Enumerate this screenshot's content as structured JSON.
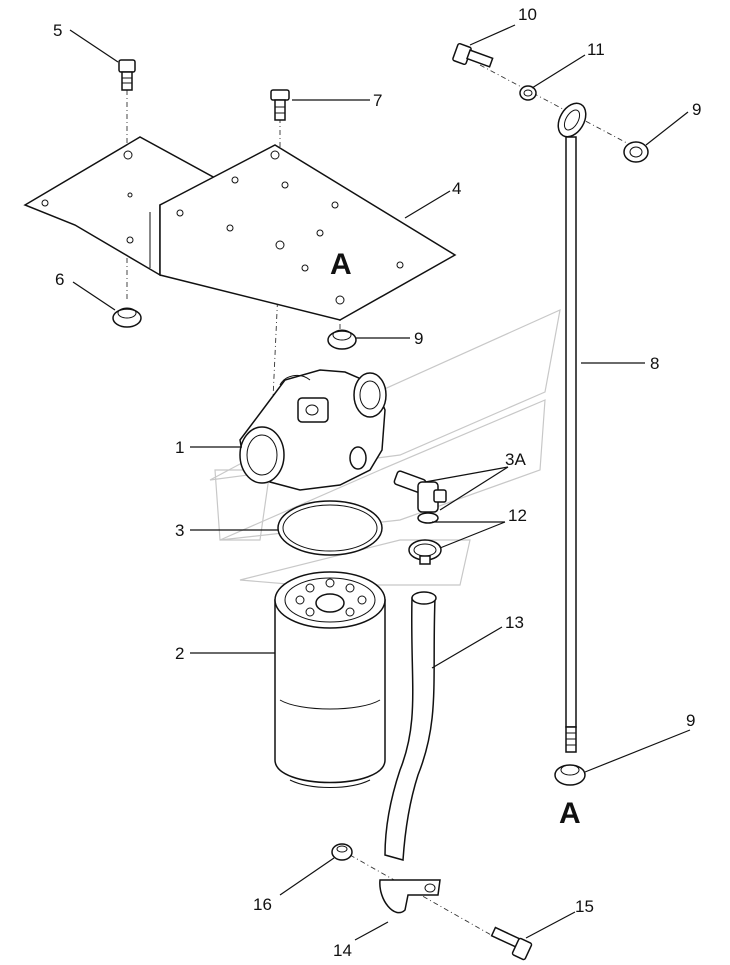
{
  "callouts": {
    "c1": "1",
    "c2": "2",
    "c3": "3",
    "c3a": "3A",
    "c4": "4",
    "c5": "5",
    "c6": "6",
    "c7": "7",
    "c8": "8",
    "c9a": "9",
    "c9b": "9",
    "c9c": "9",
    "c10": "10",
    "c11": "11",
    "c12": "12",
    "c13": "13",
    "c14": "14",
    "c15": "15",
    "c16": "16"
  },
  "view_markers": {
    "top": "A",
    "bottom": "A"
  }
}
